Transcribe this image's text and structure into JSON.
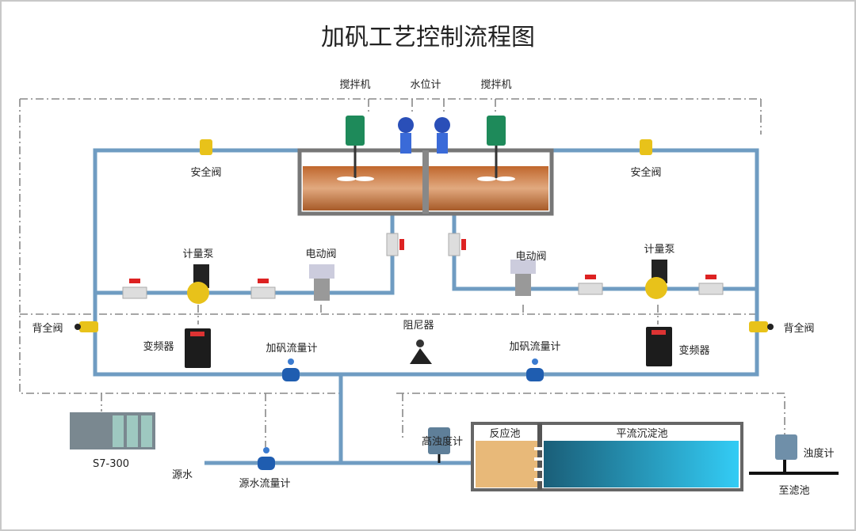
{
  "title": "加矾工艺控制流程图",
  "labels": {
    "mixer_left": "搅拌机",
    "level_meter": "水位计",
    "mixer_right": "搅拌机",
    "safety_valve_left": "安全阀",
    "safety_valve_right": "安全阀",
    "metering_pump_left": "计量泵",
    "metering_pump_right": "计量泵",
    "electric_valve_left": "电动阀",
    "electric_valve_right": "电动阀",
    "back_valve_left": "背全阀",
    "back_valve_right": "背全阀",
    "inverter_left": "变频器",
    "inverter_right": "变频器",
    "flowmeter_left": "加矾流量计",
    "flowmeter_right": "加矾流量计",
    "damper": "阻尼器",
    "plc": "S7-300",
    "raw_water": "源水",
    "raw_water_flowmeter": "源水流量计",
    "high_turbidity_meter": "高浊度计",
    "reaction_tank": "反应池",
    "sedimentation_tank": "平流沉淀池",
    "turbidity_meter": "浊度计",
    "to_filter": "至滤池"
  },
  "colors": {
    "pipe": "#6f9cc2",
    "motor": "#1e8a5a",
    "valve_yellow": "#e8c21a",
    "basin_orange": "#e8b979",
    "basin_blue": "#2ec5f0"
  }
}
